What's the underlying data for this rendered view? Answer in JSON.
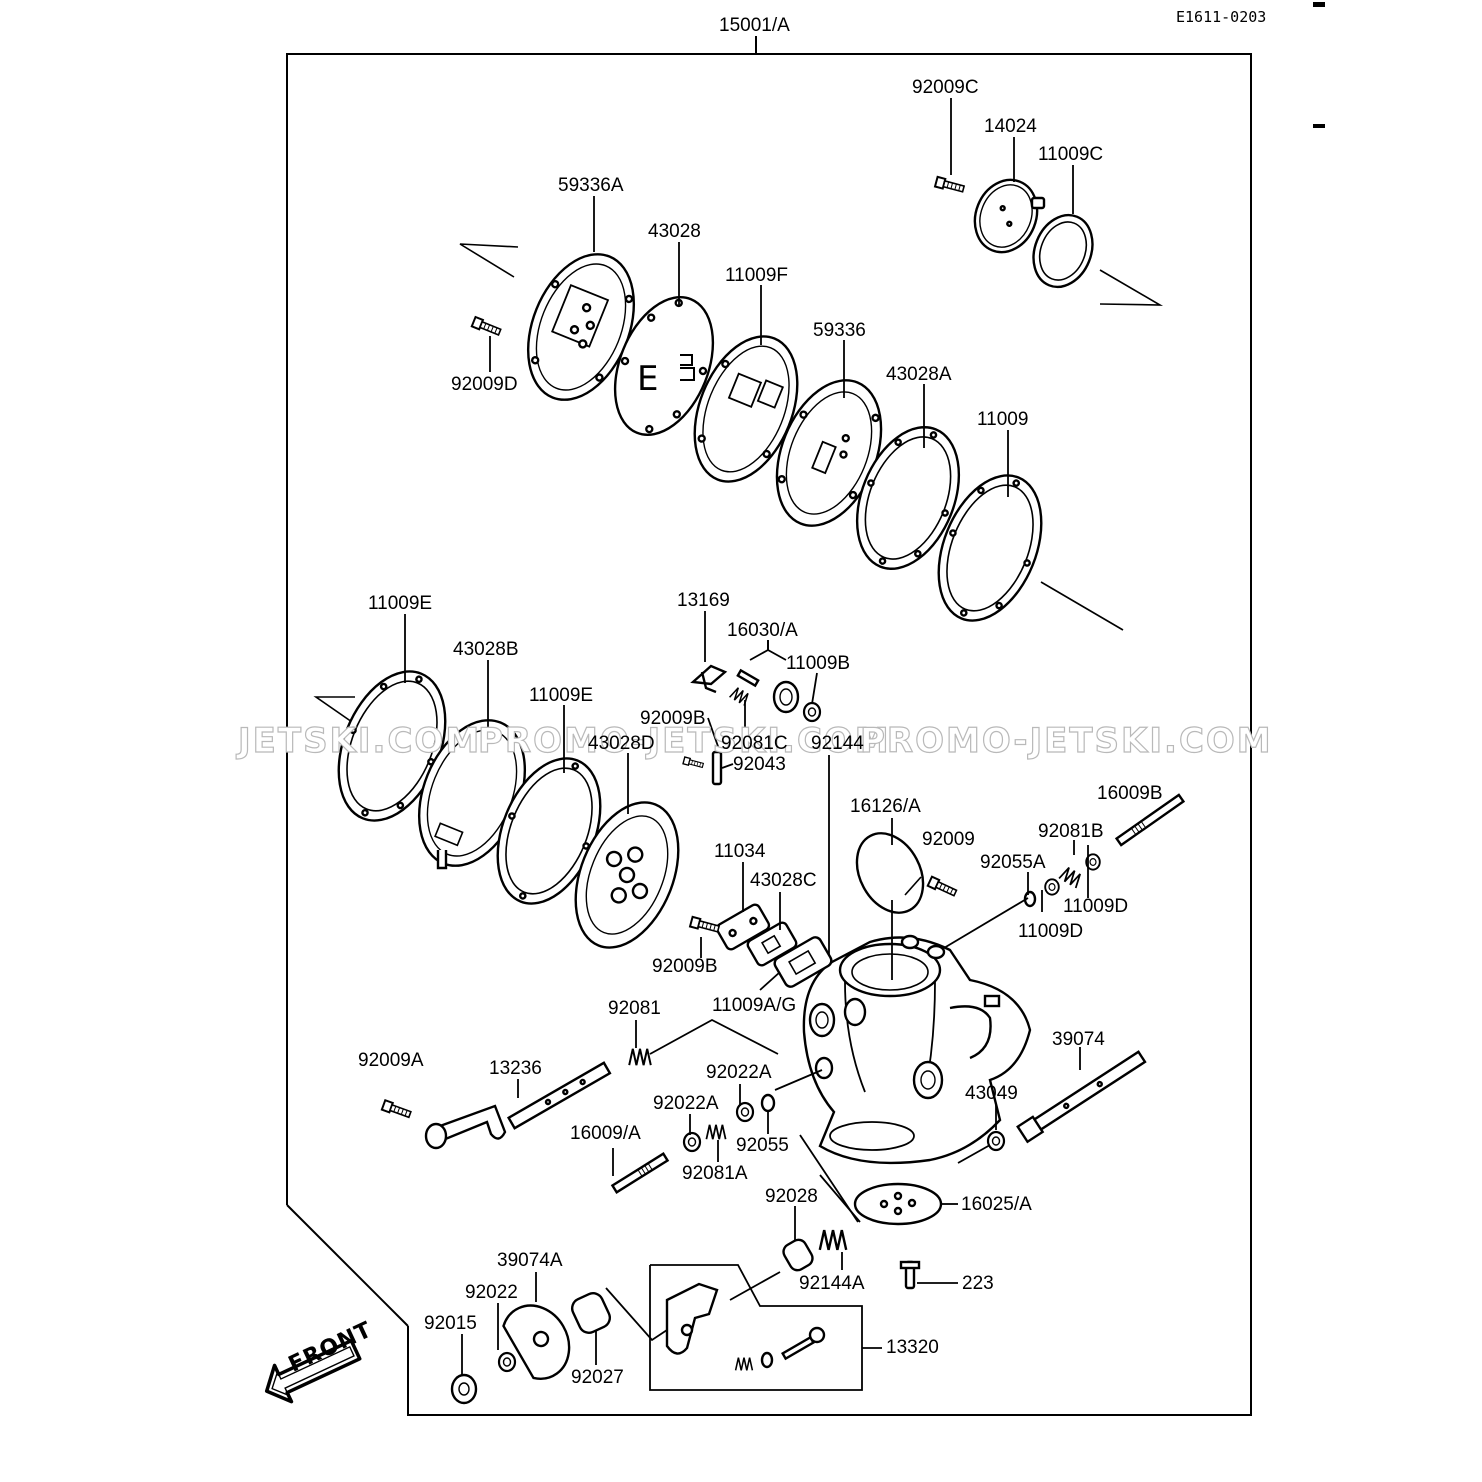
{
  "diagram": {
    "document_code": "E1611-0203",
    "assembly_label": "15001/A",
    "front_label": "FRONT",
    "watermarks": [
      "JETSKI.COM",
      "PROMO-JETSKI.COM",
      "PROMO-JETSKI.COM"
    ],
    "parts": [
      "92009C",
      "14024",
      "11009C",
      "59336A",
      "43028",
      "11009F",
      "59336",
      "43028A",
      "11009",
      "92009D",
      "13169",
      "16030/A",
      "11009B",
      "11009E",
      "43028B",
      "11009E",
      "92009B",
      "43028D",
      "92081C",
      "92144",
      "92043",
      "16126/A",
      "92009",
      "16009B",
      "92081B",
      "92055A",
      "11009D",
      "11009D",
      "11034",
      "43028C",
      "92009B",
      "11009A/G",
      "92081",
      "39074",
      "92009A",
      "13236",
      "92022A",
      "43049",
      "92022A",
      "92055",
      "16009/A",
      "92081A",
      "92028",
      "16025/A",
      "39074A",
      "92144A",
      "223",
      "92022",
      "92015",
      "92027",
      "13320"
    ]
  }
}
